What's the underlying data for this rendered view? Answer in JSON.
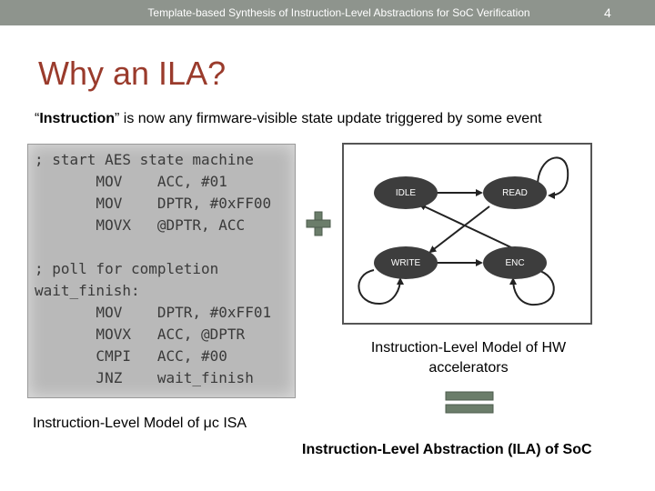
{
  "header": {
    "title": "Template-based Synthesis of Instruction-Level Abstractions for SoC Verification",
    "page_number": "4"
  },
  "slide": {
    "title": "Why an ILA?",
    "subtitle_quote_open": "“",
    "subtitle_bold": "Instruction",
    "subtitle_rest": "” is now any firmware-visible state update triggered by some event"
  },
  "code": {
    "lines": [
      "; start AES state machine",
      "       MOV    ACC, #01",
      "       MOV    DPTR, #0xFF00",
      "       MOVX   @DPTR, ACC",
      "",
      "; poll for completion",
      "wait_finish:",
      "       MOV    DPTR, #0xFF01",
      "       MOVX   ACC, @DPTR",
      "       CMPI   ACC, #00",
      "       JNZ    wait_finish"
    ]
  },
  "fsm": {
    "states": {
      "idle": "IDLE",
      "read": "READ",
      "write": "WRITE",
      "enc": "ENC"
    }
  },
  "captions": {
    "hw": "Instruction-Level Model of HW accelerators",
    "isa": "Instruction-Level Model of μc ISA",
    "ila": "Instruction-Level Abstraction (ILA) of SoC"
  },
  "colors": {
    "header_bar": "#8e948d",
    "title": "#9a3b2c",
    "node_fill": "#3d3d3d",
    "operator": "#6b7d6a",
    "code_bg": "#b9b9b9"
  }
}
